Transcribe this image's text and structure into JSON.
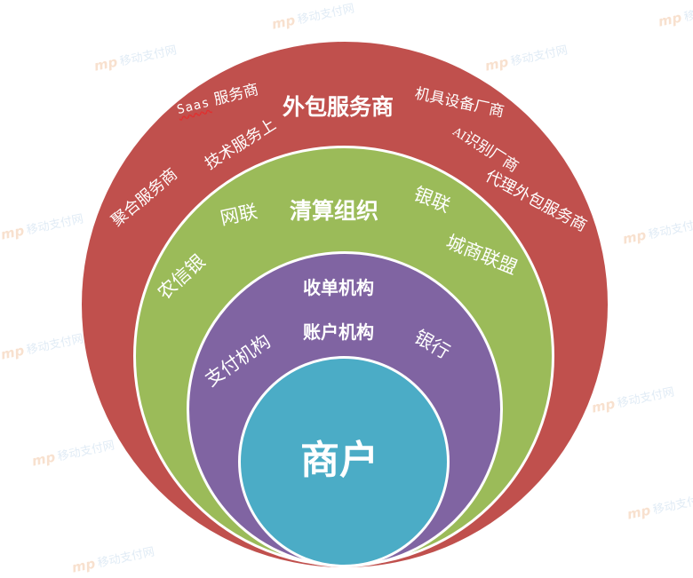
{
  "diagram": {
    "type": "nested-circles",
    "layers": [
      {
        "name": "outer",
        "title": "外包服务商",
        "color": "#c0504d",
        "items": [
          "Saas 服务商",
          "技术服务上",
          "聚合服务商",
          "机具设备厂商",
          "AI识别厂商",
          "代理外包服务商"
        ]
      },
      {
        "name": "clearing",
        "title": "清算组织",
        "color": "#9bbb59",
        "items": [
          "网联",
          "银联",
          "农信银",
          "城商联盟"
        ]
      },
      {
        "name": "institutions",
        "title": "收单机构",
        "subtitle": "账户机构",
        "color": "#8064a2",
        "items": [
          "支付机构",
          "银行"
        ]
      },
      {
        "name": "core",
        "title": "商户",
        "color": "#4bacc6"
      }
    ],
    "outer_labels": {
      "saas_prefix": "Saas",
      "saas_suffix": "服务商",
      "tech": "技术服务上",
      "aggregator": "聚合服务商",
      "equipment": "机具设备厂商",
      "ai_prefix": "AI",
      "ai_suffix": "识别厂商",
      "agent": "代理外包服务商"
    }
  },
  "watermark": {
    "logo": "mp",
    "text": "移动支付网"
  }
}
